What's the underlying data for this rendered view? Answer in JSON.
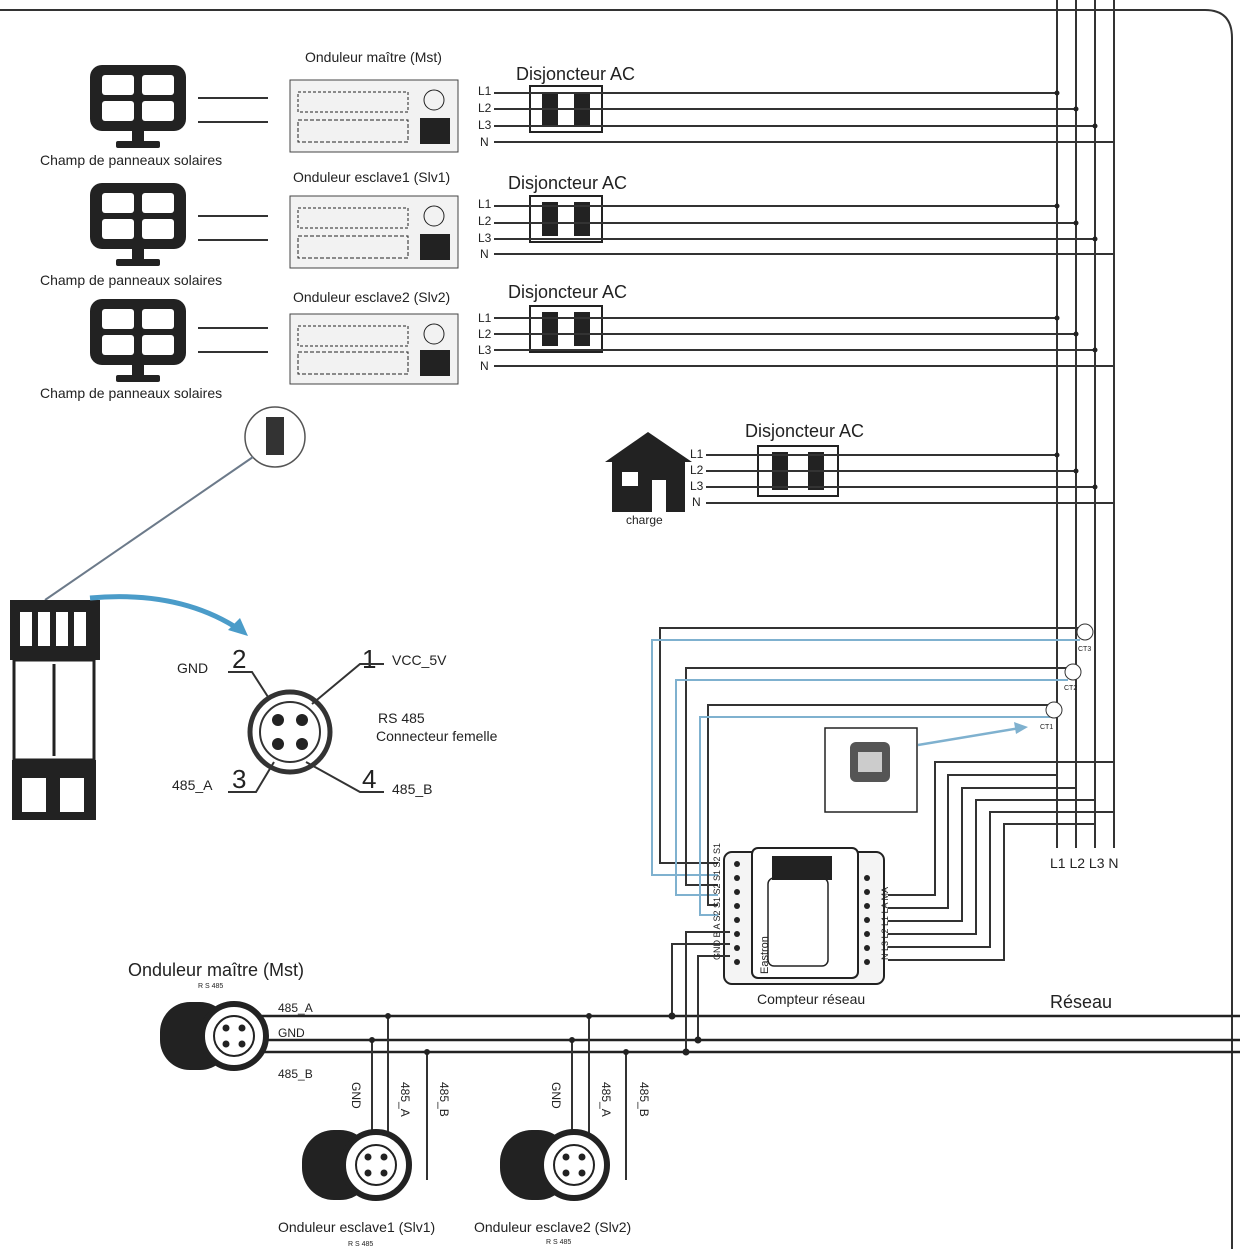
{
  "inverters": [
    {
      "name": "Onduleur maître (Mst)",
      "panel": "Champ de panneaux solaires",
      "breaker": "Disjoncteur AC"
    },
    {
      "name": "Onduleur esclave1 (Slv1)",
      "panel": "Champ de panneaux solaires",
      "breaker": "Disjoncteur AC"
    },
    {
      "name": "Onduleur esclave2 (Slv2)",
      "panel": "Champ de panneaux solaires",
      "breaker": "Disjoncteur AC"
    }
  ],
  "phases": [
    "L1",
    "L2",
    "L3",
    "N"
  ],
  "load": {
    "label": "charge",
    "breaker": "Disjoncteur AC"
  },
  "connector": {
    "pin1": "1",
    "pin1_label": "VCC_5V",
    "pin2": "2",
    "pin2_label": "GND",
    "pin3": "3",
    "pin3_label": "485_A",
    "pin4": "4",
    "pin4_label": "485_B",
    "title1": "RS 485",
    "title2": "Connecteur femelle"
  },
  "meter": {
    "label": "Compteur réseau",
    "brand": "Eastron",
    "left_terms": "GND B A S2 S1 S2 S1 S2 S1",
    "right_terms": "N L3 L2 L1 LA MA"
  },
  "ct": [
    "CT3",
    "CT2",
    "CT1"
  ],
  "grid": {
    "label": "Réseau",
    "bus": "L1 L2 L3 N"
  },
  "bus485": {
    "a": "485_A",
    "gnd": "GND",
    "b": "485_B",
    "rs": "R S 485"
  },
  "slaves": [
    {
      "name": "Onduleur esclave1 (Slv1)",
      "rs": "R S 485",
      "gnd": "GND",
      "a": "485_A",
      "b": "485_B"
    },
    {
      "name": "Onduleur esclave2 (Slv2)",
      "rs": "R S 485",
      "gnd": "GND",
      "a": "485_A",
      "b": "485_B"
    }
  ],
  "master_bottom": "Onduleur maître (Mst)"
}
